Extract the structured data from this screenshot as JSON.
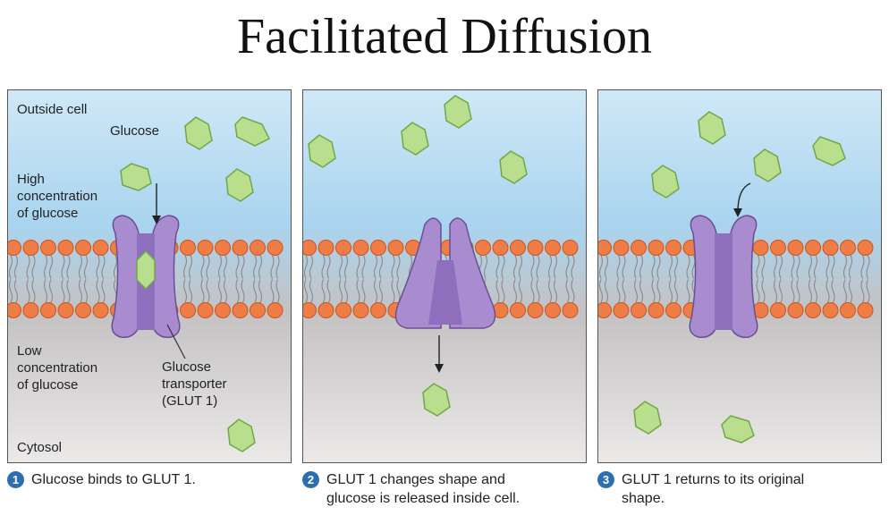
{
  "title": "Facilitated Diffusion",
  "panel1": {
    "outside_label": "Outside cell",
    "glucose_label": "Glucose",
    "high_label": "High\nconcentration\nof glucose",
    "low_label": "Low\nconcentration\nof glucose",
    "transporter_label": "Glucose\ntransporter\n(GLUT 1)",
    "cytosol_label": "Cytosol"
  },
  "captions": [
    {
      "num": "1",
      "text": "Glucose binds to GLUT 1."
    },
    {
      "num": "2",
      "text": "GLUT 1 changes shape and\nglucose is released inside cell."
    },
    {
      "num": "3",
      "text": "GLUT 1 returns to its original\nshape."
    }
  ],
  "colors": {
    "glucose_fill": "#b9de8e",
    "glucose_stroke": "#6fa847",
    "protein_fill": "#a98ccf",
    "protein_stroke": "#6a4f94",
    "head_fill": "#f07d45",
    "head_stroke": "#c9551f"
  }
}
